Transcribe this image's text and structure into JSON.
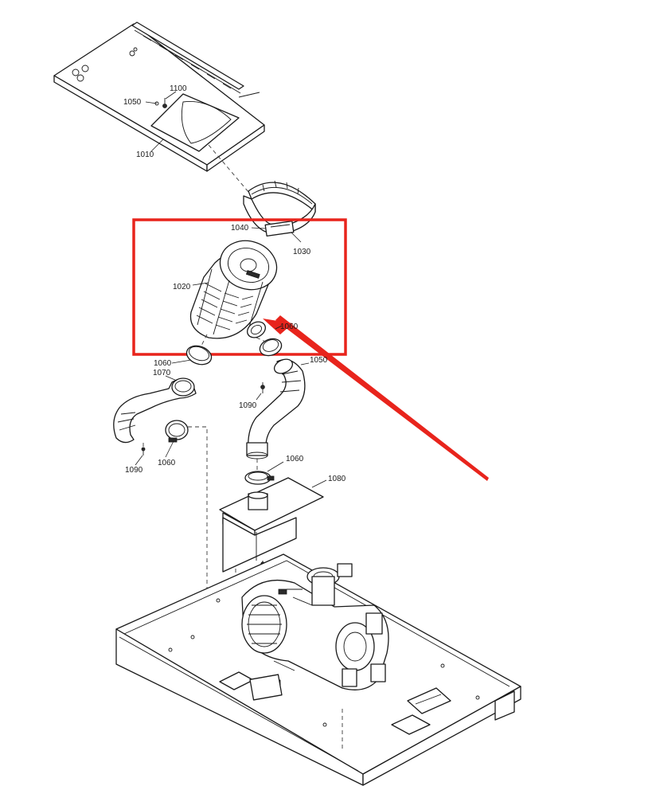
{
  "labels": {
    "l1050": "1050",
    "l1100": "1100",
    "l1010": "1010",
    "l1040": "1040",
    "l1030": "1030",
    "l1020": "1020",
    "l1060a": "1060",
    "l1060b": "1060",
    "l1060c": "1060",
    "l1060d": "1060",
    "l1070": "1070",
    "l1090a": "1090",
    "l1090b": "1090",
    "l1080": "1080",
    "l1050b": "1050"
  },
  "colors": {
    "highlight": "#e8241c",
    "linework": "#1a1a1a",
    "background": "#ffffff"
  }
}
